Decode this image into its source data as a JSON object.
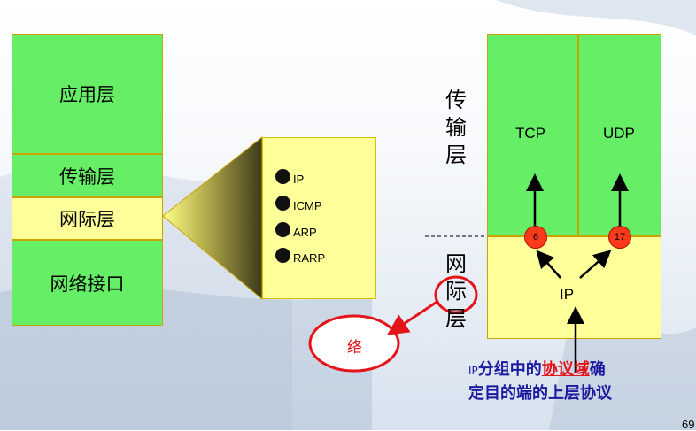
{
  "left_stack": {
    "app_layer": "应用层",
    "transport_layer": "传输层",
    "internet_layer": "网际层",
    "netif_layer": "网络接口"
  },
  "protocols": [
    "IP",
    "ICMP",
    "ARP",
    "RARP"
  ],
  "right": {
    "transport_label": [
      "传",
      "输",
      "层"
    ],
    "internet_label": [
      "网",
      "际",
      "层"
    ],
    "tcp": "TCP",
    "udp": "UDP",
    "ip": "IP",
    "tcp_num": "6",
    "udp_num": "17"
  },
  "annotation": "络",
  "caption": {
    "line1_prefix_small": "IP",
    "line1_a": "分组中的",
    "line1_highlight": "协议域",
    "line1_b": "确",
    "line2": "定目的端的上层协议"
  },
  "page_number": "69",
  "colors": {
    "green": "#66ee66",
    "yellow": "#ffff99",
    "red": "#e5141a",
    "caption": "#1a1aa0"
  }
}
